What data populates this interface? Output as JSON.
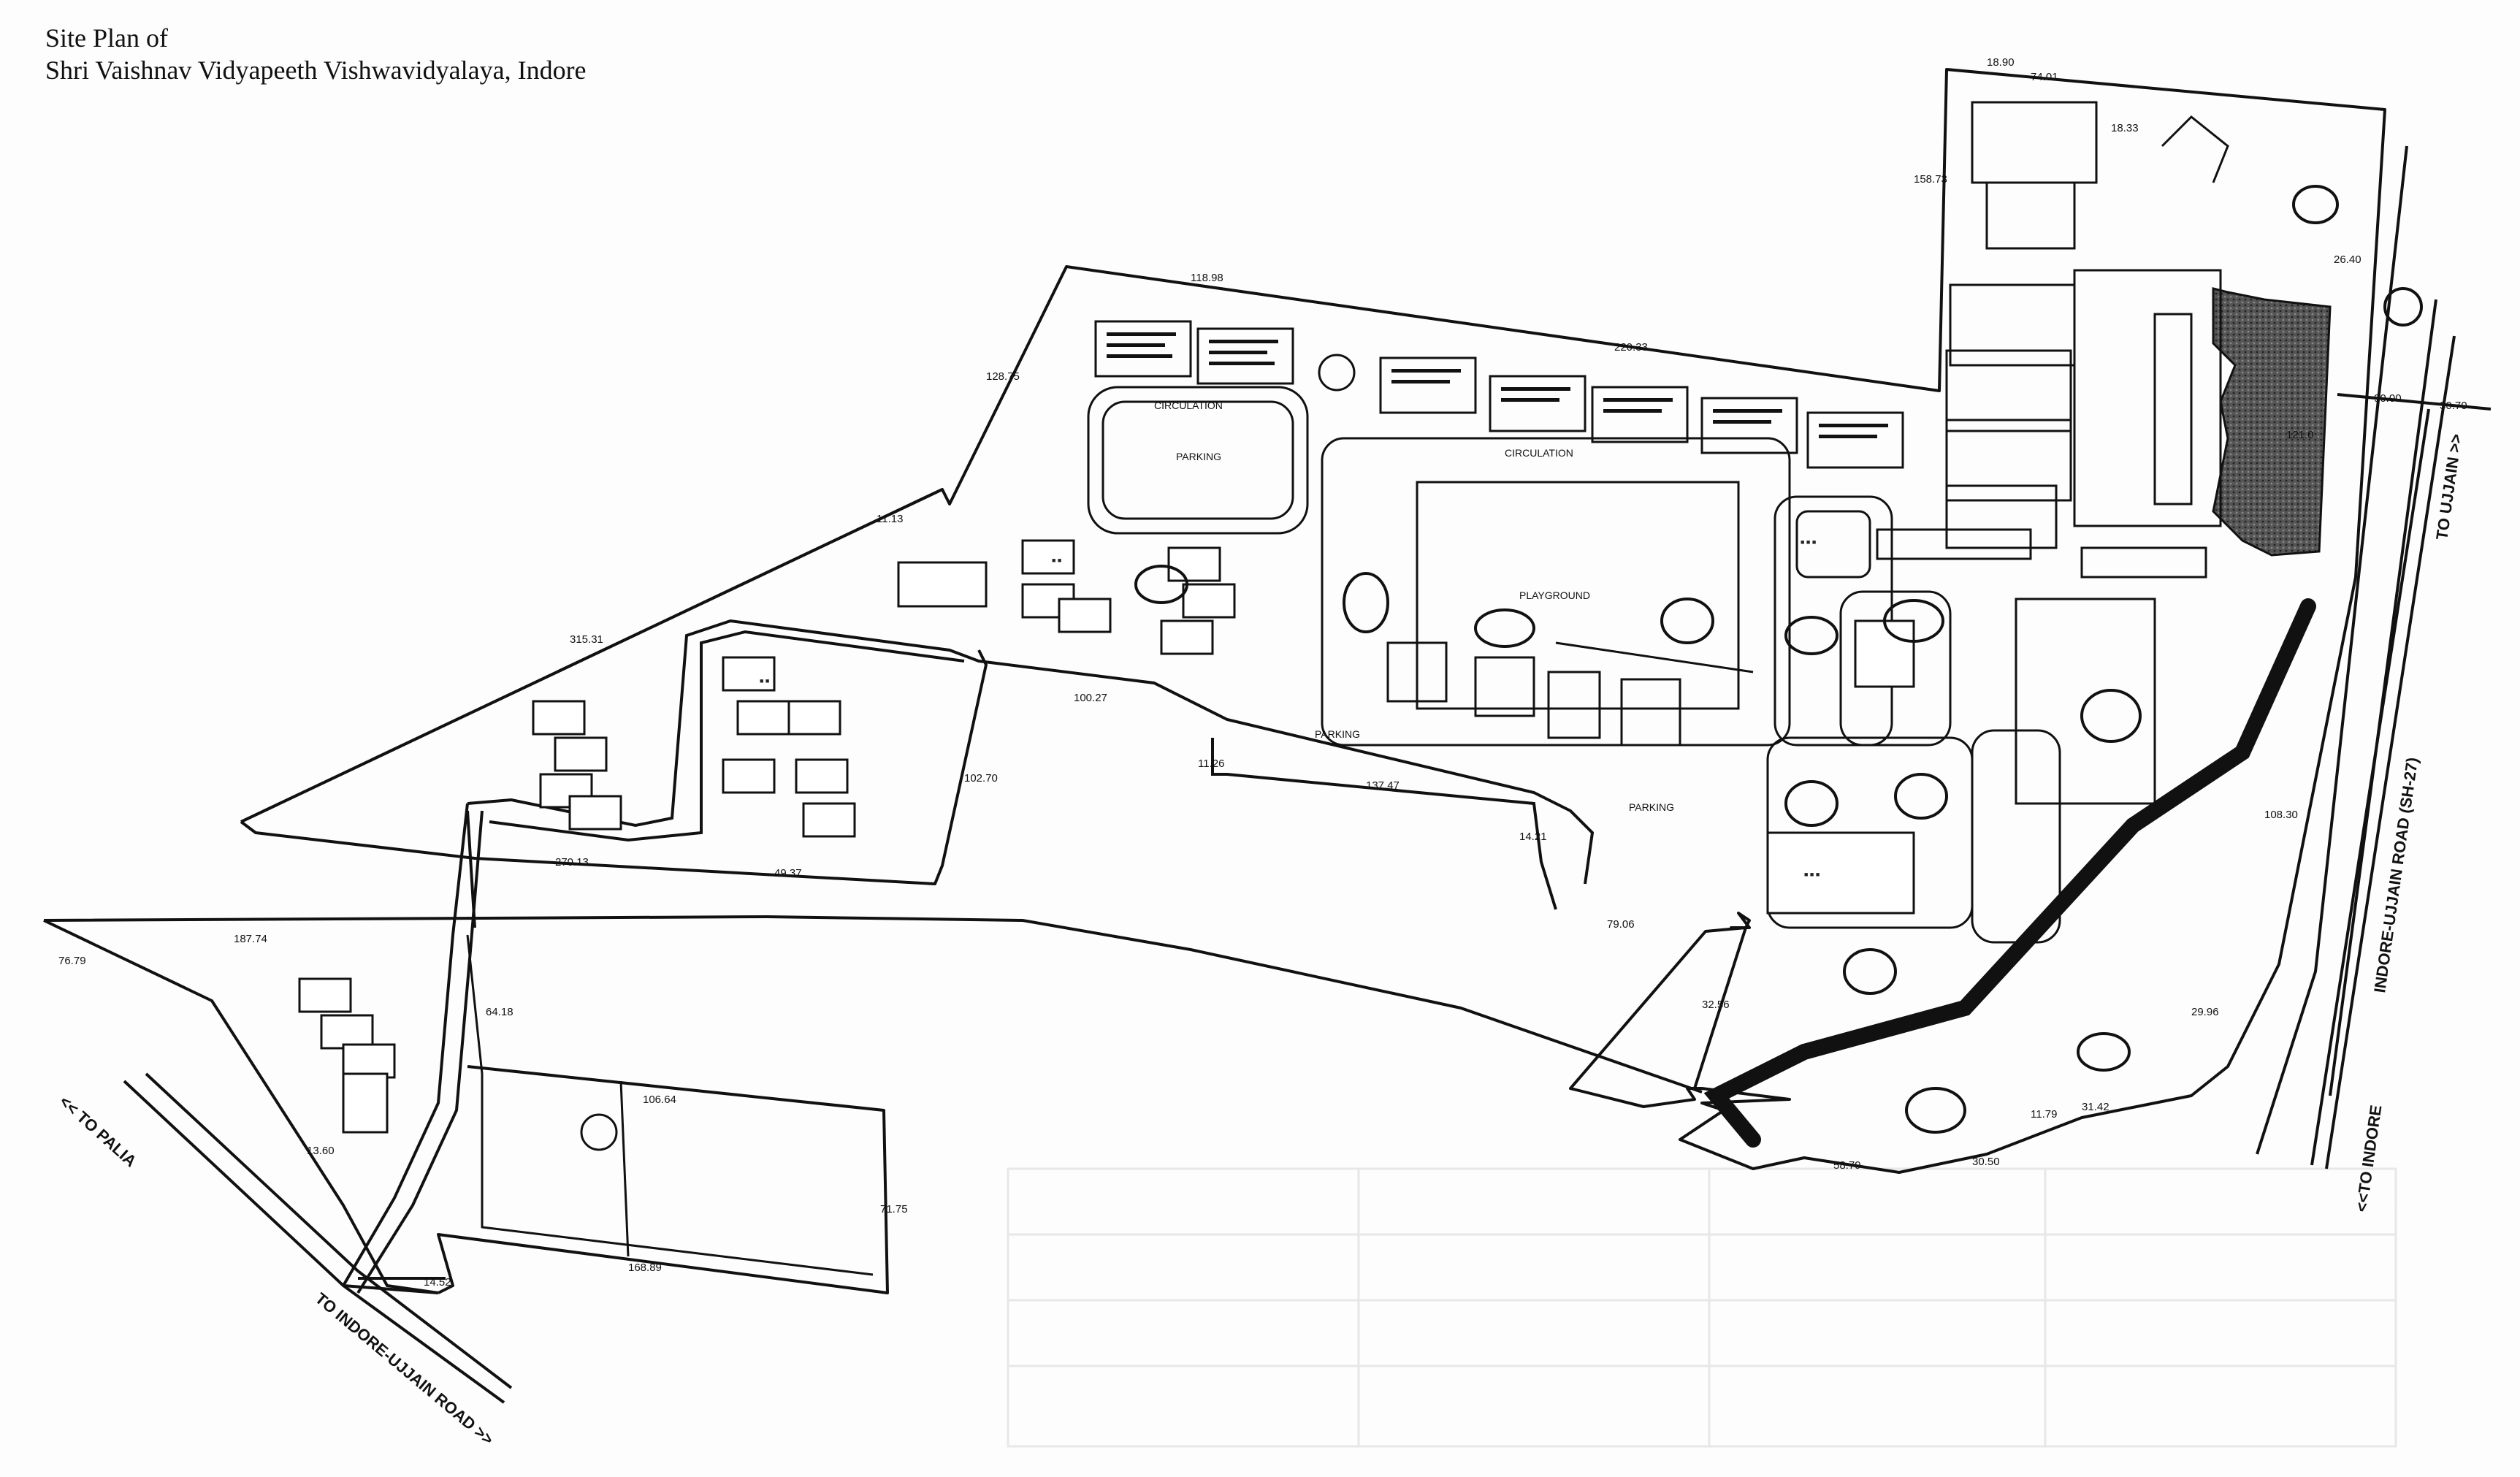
{
  "title": {
    "line1": "Site Plan of",
    "line2": "Shri Vaishnav Vidyapeeth Vishwavidyalaya, Indore"
  },
  "roads": {
    "to_ujjain": "TO UJJAIN >>",
    "indore_ujjain_road": "INDORE-UJJAIN ROAD (SH-27)",
    "to_indore_right": "<<TO INDORE",
    "to_palia": "<< TO PALIA",
    "to_indore_ujjain_road": "TO INDORE-UJJAIN ROAD >>"
  },
  "areas": {
    "playground": "PLAYGROUND",
    "parking_1": "PARKING",
    "parking_2": "PARKING",
    "parking_3": "PARKING",
    "circulation_1": "CIRCULATION",
    "circulation_2": "CIRCULATION"
  },
  "dimensions": {
    "d1": "118.98",
    "d2": "220.33",
    "d3": "74.01",
    "d4": "18.90",
    "d5": "18.33",
    "d6": "158.73",
    "d7": "128.75",
    "d8": "315.31",
    "d9": "100.27",
    "d10": "137.47",
    "d11": "270.13",
    "d12": "102.70",
    "d13": "11.26",
    "d14": "79.06",
    "d15": "187.74",
    "d16": "106.64",
    "d17": "168.89",
    "d18": "71.75",
    "d19": "58.79",
    "d20": "30.50",
    "d21": "31.42",
    "d22": "11.79",
    "d23": "29.96",
    "d24": "90.00",
    "d25": "30.70",
    "d26": "121.0",
    "d27": "11.13",
    "d28": "108.30",
    "d29": "64.18",
    "d30": "32.56",
    "d31": "26.40",
    "d32": "13.60",
    "d33": "14.52",
    "d34": "14.21",
    "d35": "49.37",
    "d36": "76.79"
  },
  "colors": {
    "ink": "#111111",
    "paper": "#fdfdfd",
    "hatch": "#3a3a3a"
  }
}
